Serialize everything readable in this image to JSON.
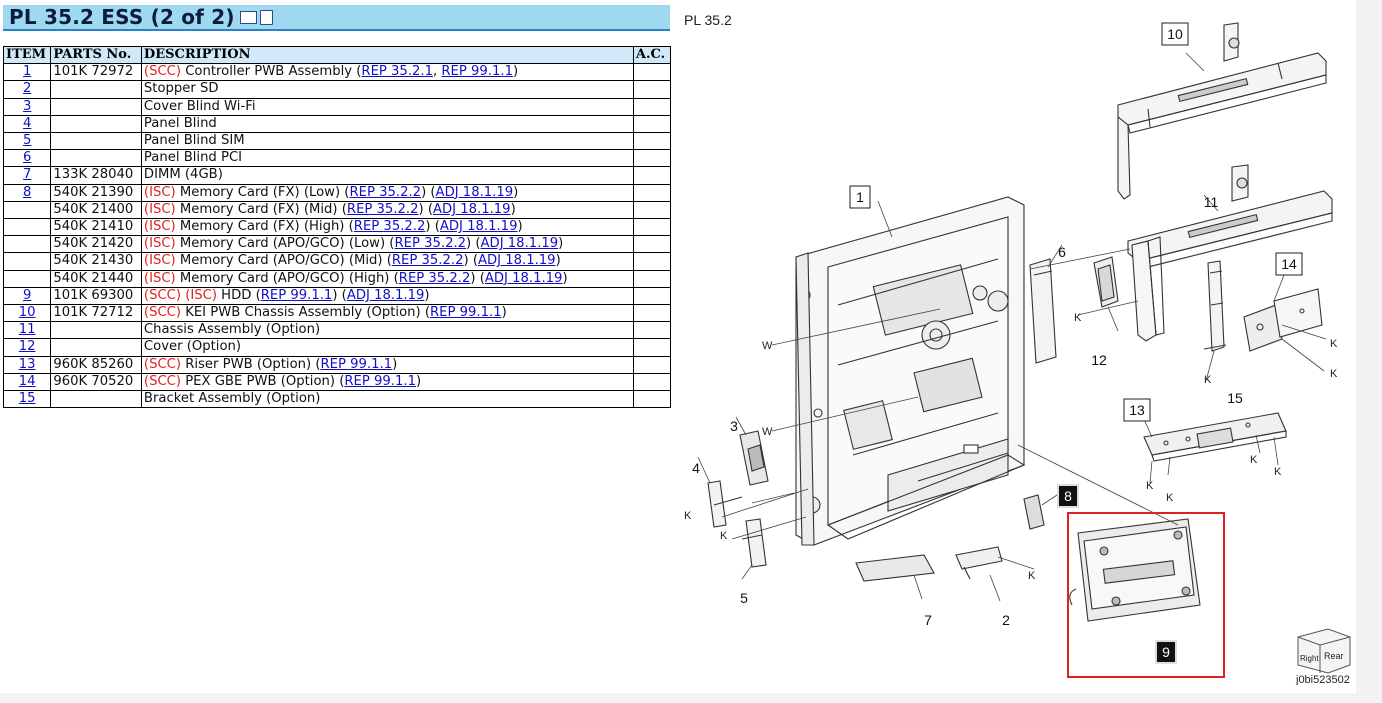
{
  "page": {
    "title": "PL 35.2 ESS (2 of 2)"
  },
  "table": {
    "headers": [
      "ITEM",
      "PARTS No.",
      "DESCRIPTION",
      "A.C."
    ],
    "rows": [
      {
        "item": "1",
        "parts": "101K 72972",
        "tags": [
          "(SCC)"
        ],
        "desc": "Controller PWB Assembly (",
        "refs": [
          "REP 35.2.1",
          "REP 99.1.1"
        ],
        "tail": ")"
      },
      {
        "item": "2",
        "parts": "",
        "tags": [],
        "desc": "Stopper SD",
        "refs": [],
        "tail": ""
      },
      {
        "item": "3",
        "parts": "",
        "tags": [],
        "desc": "Cover Blind Wi-Fi",
        "refs": [],
        "tail": ""
      },
      {
        "item": "4",
        "parts": "",
        "tags": [],
        "desc": "Panel Blind",
        "refs": [],
        "tail": ""
      },
      {
        "item": "5",
        "parts": "",
        "tags": [],
        "desc": "Panel Blind SIM",
        "refs": [],
        "tail": ""
      },
      {
        "item": "6",
        "parts": "",
        "tags": [],
        "desc": "Panel Blind PCI",
        "refs": [],
        "tail": ""
      },
      {
        "item": "7",
        "parts": "133K 28040",
        "tags": [],
        "desc": "DIMM (4GB)",
        "refs": [],
        "tail": ""
      },
      {
        "item": "8",
        "parts": "540K 21390",
        "tags": [
          "(ISC)"
        ],
        "desc": "Memory Card (FX) (Low) (",
        "refs": [
          "REP 35.2.2",
          "ADJ 18.1.19"
        ],
        "tail": ")"
      },
      {
        "item": "",
        "parts": "540K 21400",
        "tags": [
          "(ISC)"
        ],
        "desc": "Memory Card (FX) (Mid) (",
        "refs": [
          "REP 35.2.2",
          "ADJ 18.1.19"
        ],
        "tail": ")"
      },
      {
        "item": "",
        "parts": "540K 21410",
        "tags": [
          "(ISC)"
        ],
        "desc": "Memory Card (FX) (High) (",
        "refs": [
          "REP 35.2.2",
          "ADJ 18.1.19"
        ],
        "tail": ")"
      },
      {
        "item": "",
        "parts": "540K 21420",
        "tags": [
          "(ISC)"
        ],
        "desc": "Memory Card (APO/GCO) (Low) (",
        "refs": [
          "REP 35.2.2",
          "ADJ 18.1.19"
        ],
        "tail": ")"
      },
      {
        "item": "",
        "parts": "540K 21430",
        "tags": [
          "(ISC)"
        ],
        "desc": "Memory Card (APO/GCO) (Mid) (",
        "refs": [
          "REP 35.2.2",
          "ADJ 18.1.19"
        ],
        "tail": ")"
      },
      {
        "item": "",
        "parts": "540K 21440",
        "tags": [
          "(ISC)"
        ],
        "desc": "Memory Card (APO/GCO) (High) (",
        "refs": [
          "REP 35.2.2",
          "ADJ 18.1.19"
        ],
        "tail": ")"
      },
      {
        "item": "9",
        "parts": "101K 69300",
        "tags": [
          "(SCC)",
          "(ISC)"
        ],
        "desc": "HDD (",
        "refs": [
          "REP 99.1.1",
          "ADJ 18.1.19"
        ],
        "tail": ")"
      },
      {
        "item": "10",
        "parts": "101K 72712",
        "tags": [
          "(SCC)"
        ],
        "desc": "KEI PWB Chassis Assembly (Option) (",
        "refs": [
          "REP 99.1.1"
        ],
        "tail": ")"
      },
      {
        "item": "11",
        "parts": "",
        "tags": [],
        "desc": "Chassis Assembly (Option)",
        "refs": [],
        "tail": ""
      },
      {
        "item": "12",
        "parts": "",
        "tags": [],
        "desc": "Cover (Option)",
        "refs": [],
        "tail": ""
      },
      {
        "item": "13",
        "parts": "960K 85260",
        "tags": [
          "(SCC)"
        ],
        "desc": "Riser PWB (Option) (",
        "refs": [
          "REP 99.1.1"
        ],
        "tail": ")"
      },
      {
        "item": "14",
        "parts": "960K 70520",
        "tags": [
          "(SCC)"
        ],
        "desc": "PEX GBE PWB (Option) (",
        "refs": [
          "REP 99.1.1"
        ],
        "tail": ")"
      },
      {
        "item": "15",
        "parts": "",
        "tags": [],
        "desc": "Bracket Assembly (Option)",
        "refs": [],
        "tail": ""
      }
    ]
  },
  "diagram": {
    "title": "PL 35.2",
    "image_code": "j0bi523502",
    "orientation": [
      "Right",
      "Rear"
    ],
    "callouts": [
      "1",
      "2",
      "3",
      "4",
      "5",
      "6",
      "7",
      "8",
      "9",
      "10",
      "11",
      "12",
      "13",
      "14",
      "15"
    ],
    "fastener_label": "K",
    "wire_label": "W",
    "highlight_color": "#e02020"
  }
}
